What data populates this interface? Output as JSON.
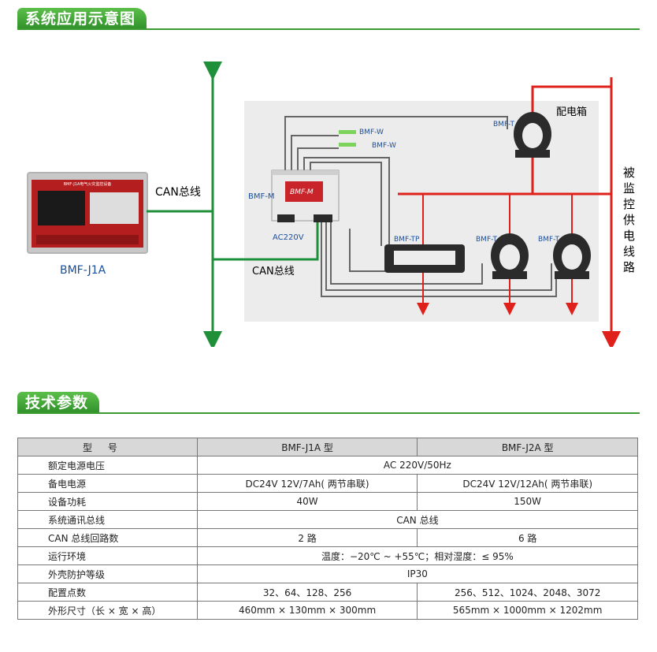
{
  "sections": {
    "diagram_title": "系统应用示意图",
    "params_title": "技术参数"
  },
  "diagram": {
    "can_bus_top": "CAN总线",
    "can_bus_bottom": "CAN总线",
    "controller_label": "BMF-J1A",
    "controller_title": "BMF-J1A电气火灾监控设备",
    "module_label": "BMF-M",
    "module_badge": "BMF-M",
    "ac_label": "AC220V",
    "w1": "BMF-W",
    "w2": "BMF-W",
    "box_label": "配电箱",
    "t_top": "BMF-T",
    "tp": "BMF-TP",
    "t_mid": "BMF-T",
    "t_right": "BMF-T",
    "monitored_line": [
      "被",
      "监",
      "控",
      "供",
      "电",
      "线",
      "路"
    ],
    "colors": {
      "green": "#1f8f3a",
      "red": "#e0201a",
      "grey": "#555555"
    }
  },
  "table": {
    "header": {
      "label": "型 号",
      "col1": "BMF-J1A 型",
      "col2": "BMF-J2A 型"
    },
    "rows": [
      {
        "label": "额定电源电压",
        "merged": "AC 220V/50Hz"
      },
      {
        "label": "备电电源",
        "col1": "DC24V 12V/7Ah( 两节串联)",
        "col2": "DC24V 12V/12Ah( 两节串联)"
      },
      {
        "label": "设备功耗",
        "col1": "40W",
        "col2": "150W"
      },
      {
        "label": "系统通讯总线",
        "merged": "CAN 总线"
      },
      {
        "label": "CAN 总线回路数",
        "col1": "2 路",
        "col2": "6 路"
      },
      {
        "label": "运行环境",
        "merged": "温度：−20℃ ~ +55℃；相对湿度：≤ 95%"
      },
      {
        "label": "外壳防护等级",
        "merged": "IP30"
      },
      {
        "label": "配置点数",
        "col1": "32、64、128、256",
        "col2": "256、512、1024、2048、3072"
      },
      {
        "label": "外形尺寸（长 × 宽 × 高）",
        "col1": "460mm × 130mm × 300mm",
        "col2": "565mm × 1000mm × 1202mm"
      }
    ]
  }
}
